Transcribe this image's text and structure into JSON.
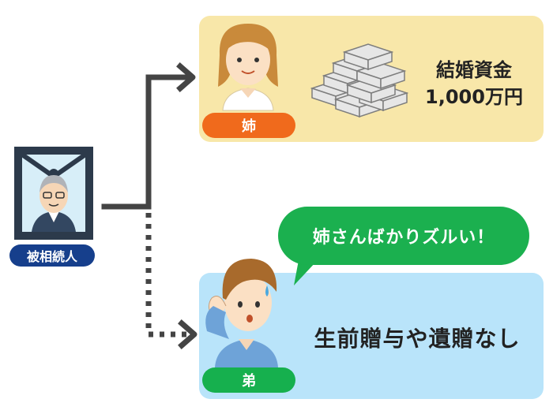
{
  "decedent": {
    "label": "被相続人"
  },
  "sister": {
    "label": "姉",
    "gift_line1": "結婚資金",
    "gift_line2": "1,000万円"
  },
  "brother": {
    "label": "弟",
    "speech": "姉さんばかりズルい！",
    "no_gift": "生前贈与や遺贈なし"
  },
  "colors": {
    "sister_card": "#f8e7a9",
    "brother_card": "#b9e4fa",
    "sister_pill": "#f06a1c",
    "brother_pill": "#16b04e",
    "decedent_pill": "#163f8c",
    "arrow": "#444444"
  },
  "icons": [
    "portrait-frame-icon",
    "sister-avatar-icon",
    "money-stack-icon",
    "brother-avatar-icon"
  ]
}
